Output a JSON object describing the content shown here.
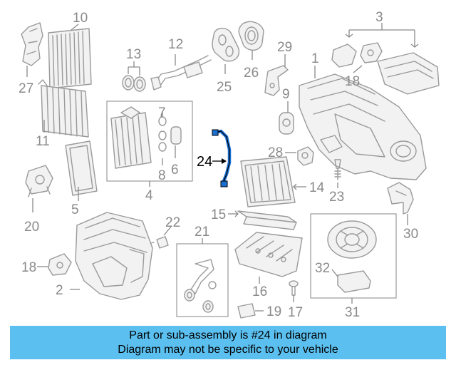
{
  "callouts": {
    "c1": "1",
    "c2": "2",
    "c3": "3",
    "c4": "4",
    "c5": "5",
    "c6": "6",
    "c7": "7",
    "c8": "8",
    "c9": "9",
    "c10": "10",
    "c11": "11",
    "c12": "12",
    "c13": "13",
    "c14": "14",
    "c15": "15",
    "c16": "16",
    "c17": "17",
    "c18a": "18",
    "c18b": "18",
    "c19": "19",
    "c20": "20",
    "c21": "21",
    "c22": "22",
    "c23": "23",
    "c24": "24",
    "c25": "25",
    "c26": "26",
    "c27": "27",
    "c28": "28",
    "c29": "29",
    "c30": "30",
    "c31": "31",
    "c32": "32"
  },
  "highlight": {
    "part_number": "24",
    "color": "#1a6fd1"
  },
  "banner": {
    "line1": "Part or sub-assembly is #24 in diagram",
    "line2": "Diagram may not be specific to your vehicle",
    "background": "#5bc0f0"
  }
}
